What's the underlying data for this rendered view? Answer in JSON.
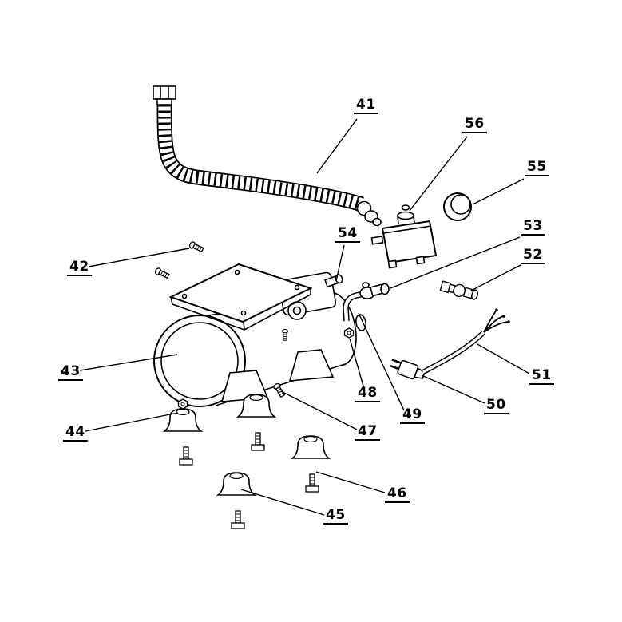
{
  "page": {
    "background_color": "#ffffff",
    "line_color": "#000000"
  },
  "diagram": {
    "kind": "exploded parts diagram",
    "labels": [
      {
        "number": "41"
      },
      {
        "number": "42"
      },
      {
        "number": "43"
      },
      {
        "number": "44"
      },
      {
        "number": "45"
      },
      {
        "number": "46"
      },
      {
        "number": "47"
      },
      {
        "number": "48"
      },
      {
        "number": "49"
      },
      {
        "number": "50"
      },
      {
        "number": "51"
      },
      {
        "number": "52"
      },
      {
        "number": "53"
      },
      {
        "number": "54"
      },
      {
        "number": "55"
      },
      {
        "number": "56"
      }
    ]
  }
}
